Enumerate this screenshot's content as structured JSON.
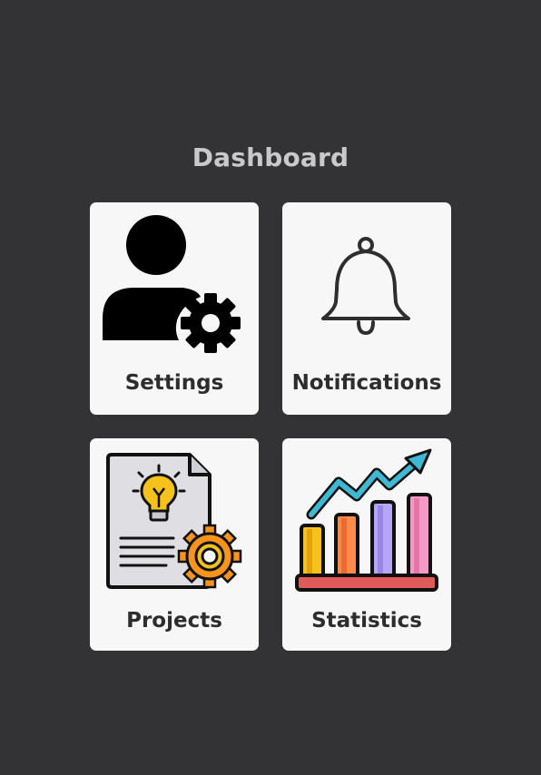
{
  "header": {
    "title": "Dashboard"
  },
  "cards": [
    {
      "id": "settings",
      "label": "Settings",
      "icon": "user-settings-icon"
    },
    {
      "id": "notifications",
      "label": "Notifications",
      "icon": "bell-icon"
    },
    {
      "id": "projects",
      "label": "Projects",
      "icon": "project-document-icon"
    },
    {
      "id": "statistics",
      "label": "Statistics",
      "icon": "bar-chart-icon"
    }
  ],
  "colors": {
    "background": "#333335",
    "card": "#f7f7f7",
    "title": "#c9c9c9",
    "label": "#2d2d2d"
  }
}
